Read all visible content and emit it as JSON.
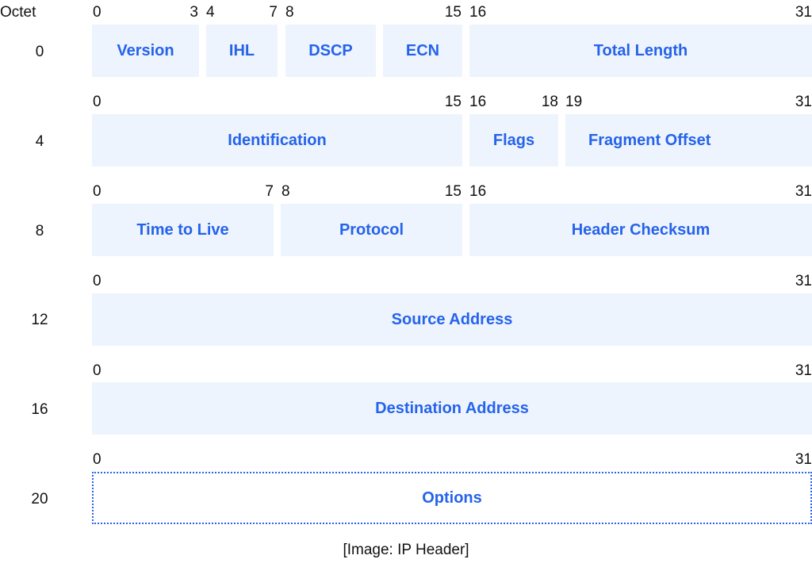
{
  "octet_header": "Octet",
  "rows": [
    {
      "octet": "0",
      "bits": [
        "0",
        "3",
        "4",
        "7",
        "8",
        "15",
        "16",
        "31"
      ],
      "fields": [
        "Version",
        "IHL",
        "DSCP",
        "ECN",
        "Total Length"
      ]
    },
    {
      "octet": "4",
      "bits": [
        "0",
        "15",
        "16",
        "18",
        "19",
        "31"
      ],
      "fields": [
        "Identification",
        "Flags",
        "Fragment Offset"
      ]
    },
    {
      "octet": "8",
      "bits": [
        "0",
        "7",
        "8",
        "15",
        "16",
        "31"
      ],
      "fields": [
        "Time to Live",
        "Protocol",
        "Header Checksum"
      ]
    },
    {
      "octet": "12",
      "bits": [
        "0",
        "31"
      ],
      "fields": [
        "Source Address"
      ]
    },
    {
      "octet": "16",
      "bits": [
        "0",
        "31"
      ],
      "fields": [
        "Destination Address"
      ]
    },
    {
      "octet": "20",
      "bits": [
        "0",
        "31"
      ],
      "fields": [
        "Options"
      ]
    }
  ],
  "caption": "[Image: IP Header]",
  "colors": {
    "field_fill": "#eef4fd",
    "field_text": "#2563eb",
    "options_border": "#2563eb"
  }
}
